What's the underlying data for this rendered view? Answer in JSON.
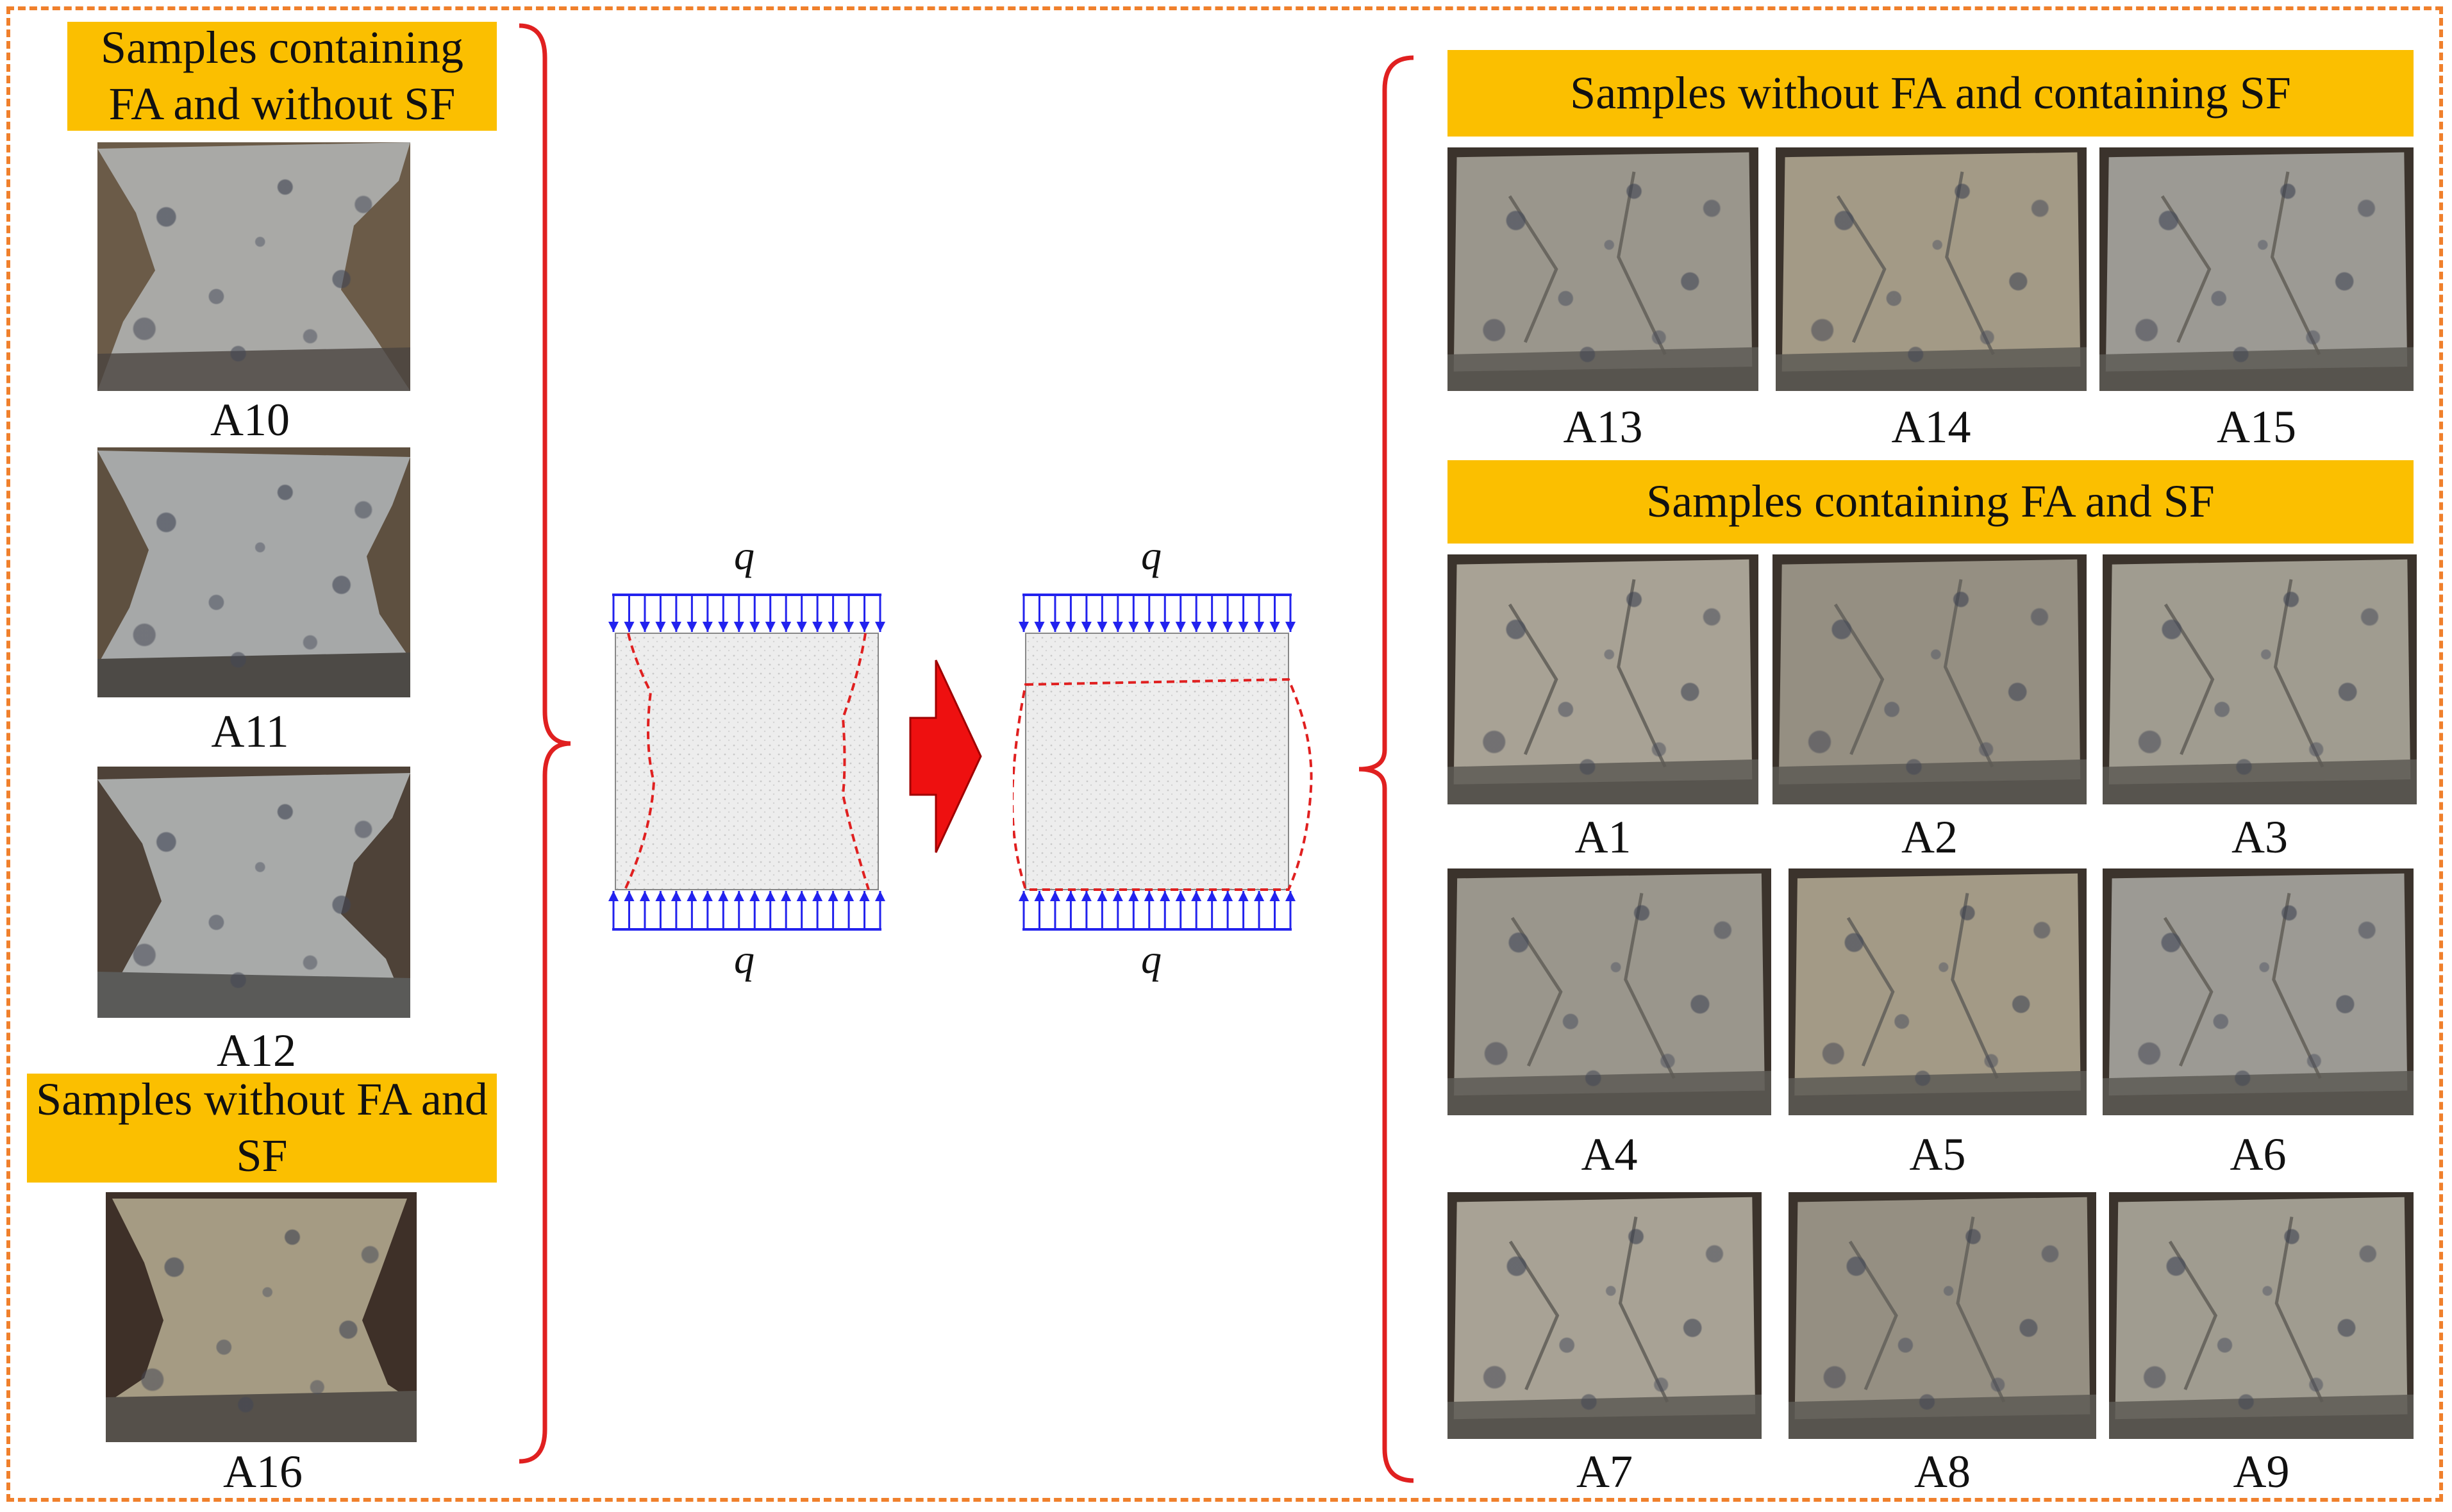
{
  "colors": {
    "border": "#f0802c",
    "banner": "#fbbf00",
    "brace": "#e02020",
    "arrows": "#2222ee",
    "outline": "#e02020",
    "big_arrow": "#ee1010"
  },
  "banners": {
    "fa_no_sf": "Samples containing FA and without SF",
    "no_fa_no_sf": "Samples without FA and SF",
    "no_fa_sf": "Samples without FA and containing SF",
    "fa_sf": "Samples containing FA and SF"
  },
  "left_samples": [
    "A10",
    "A11",
    "A12",
    "A16"
  ],
  "right_row1": [
    "A13",
    "A14",
    "A15"
  ],
  "right_row2": [
    "A1",
    "A2",
    "A3"
  ],
  "right_row3": [
    "A4",
    "A5",
    "A6"
  ],
  "right_row4": [
    "A7",
    "A8",
    "A9"
  ],
  "load_symbol": "q"
}
